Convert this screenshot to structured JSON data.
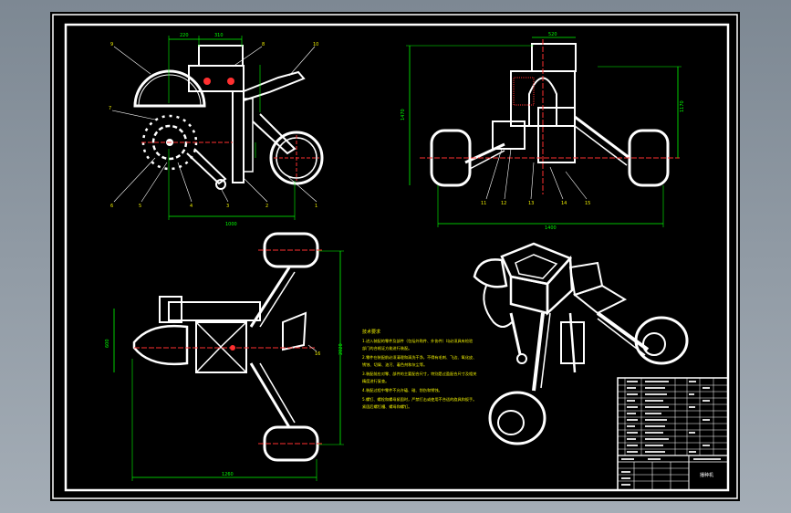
{
  "drawing": {
    "border_color": "#ffffff",
    "dimension_color": "#00ff00",
    "text_color": "#f0f000",
    "centerline_color": "#ff3030"
  },
  "front_view": {
    "dims": [
      "220",
      "310",
      "1000"
    ],
    "callouts": [
      "9",
      "8",
      "10",
      "7",
      "6",
      "5",
      "4",
      "3",
      "2",
      "1"
    ]
  },
  "side_view": {
    "dims": [
      "520",
      "1470",
      "1170",
      "1400"
    ],
    "callouts": [
      "11",
      "12",
      "13",
      "14",
      "15"
    ]
  },
  "top_view": {
    "dims": [
      "1260",
      "2020",
      "600"
    ],
    "callouts": [
      "16"
    ]
  },
  "notes": {
    "title": "技术要求",
    "lines": [
      "1.进入装配的零件及部件（包括外购件、外协件）均必须具有检验",
      "部门的合格证方能进行装配。",
      "2.零件在装配前必须清理和清洗干净，不得有毛刺、飞边、氧化皮、",
      "锈蚀、切屑、油污、着色剂和灰尘等。",
      "3.装配前应对零、部件的主要配合尺寸，特别是过盈配合尺寸及相关",
      "精度进行复查。",
      "4.装配过程中零件不允许磕、碰、划伤和锈蚀。",
      "5.螺钉、螺栓和螺母紧固时，严禁打击或使用不合适的旋具和扳手。",
      "紧固后螺钉槽、螺母和螺钉。"
    ]
  },
  "title_block": {
    "drawing_name": "播种机"
  }
}
